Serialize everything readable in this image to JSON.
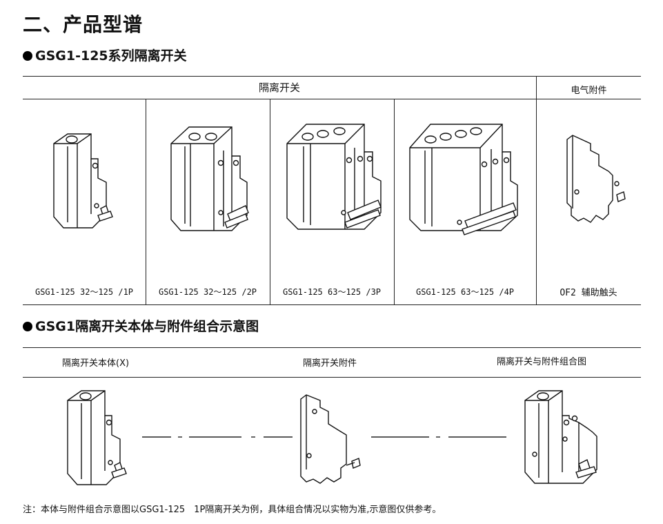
{
  "page_title": "二、产品型谱",
  "section1": {
    "title": "GSG1-125系列隔离开关",
    "header_left": "隔离开关",
    "header_right": "电气附件",
    "products": [
      {
        "caption": "GSG1-125 32～125 /1P",
        "image": "breaker-1p-icon"
      },
      {
        "caption": "GSG1-125 32～125 /2P",
        "image": "breaker-2p-icon"
      },
      {
        "caption": "GSG1-125 63～125 /3P",
        "image": "breaker-3p-icon"
      },
      {
        "caption": "GSG1-125 63～125 /4P",
        "image": "breaker-4p-icon"
      },
      {
        "caption": "OF2 辅助触头",
        "image": "auxiliary-contact-icon"
      }
    ]
  },
  "section2": {
    "title": "GSG1隔离开关本体与附件组合示意图",
    "col1": "隔离开关本体(X)",
    "col2": "隔离开关附件",
    "col3": "隔离开关与附件组合图"
  },
  "note": "注：本体与附件组合示意图以GSG1-125　1P隔离开关为例，具体组合情况以实物为准,示意图仅供参考。"
}
